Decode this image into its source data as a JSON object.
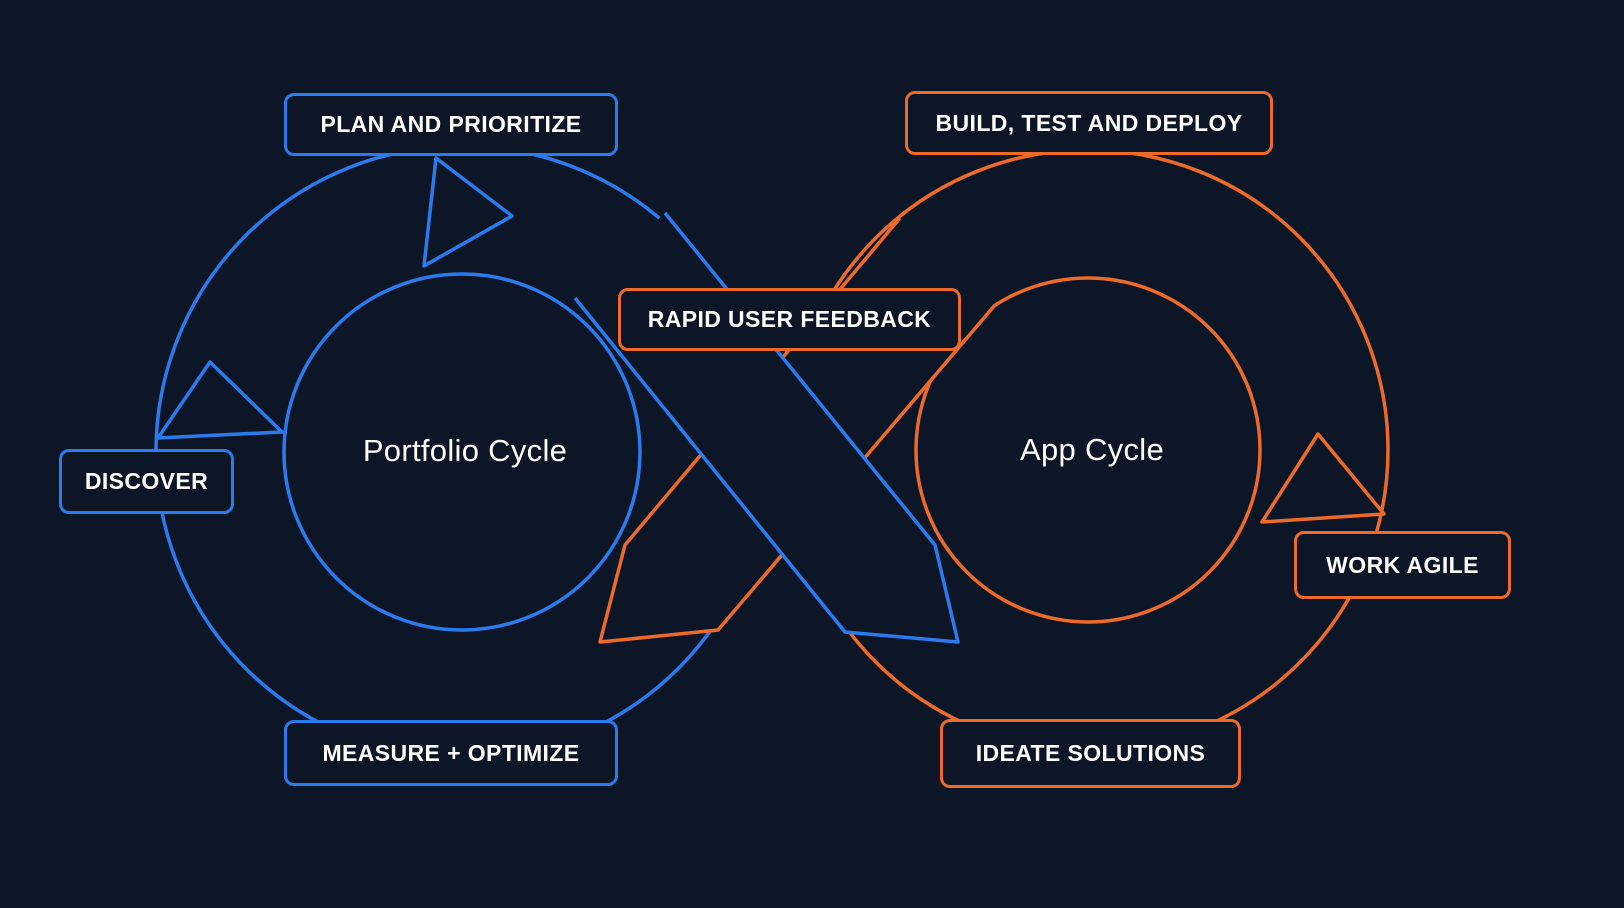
{
  "colors": {
    "background": "#0D1627",
    "blue": "#2B7BEE",
    "orange": "#ED6A2A",
    "text": "#FFFFFF"
  },
  "cycles": {
    "portfolio": {
      "title": "Portfolio Cycle",
      "color": "#2B7BEE"
    },
    "app": {
      "title": "App Cycle",
      "color": "#ED6A2A"
    }
  },
  "nodes": {
    "plan": {
      "label": "PLAN AND PRIORITIZE",
      "cycle": "portfolio"
    },
    "build": {
      "label": "BUILD, TEST AND DEPLOY",
      "cycle": "app"
    },
    "feedback": {
      "label": "RAPID USER FEEDBACK",
      "cycle": "app"
    },
    "discover": {
      "label": "DISCOVER",
      "cycle": "portfolio"
    },
    "work_agile": {
      "label": "WORK AGILE",
      "cycle": "app"
    },
    "measure": {
      "label": "MEASURE + OPTIMIZE",
      "cycle": "portfolio"
    },
    "ideate": {
      "label": "IDEATE SOLUTIONS",
      "cycle": "app"
    }
  }
}
